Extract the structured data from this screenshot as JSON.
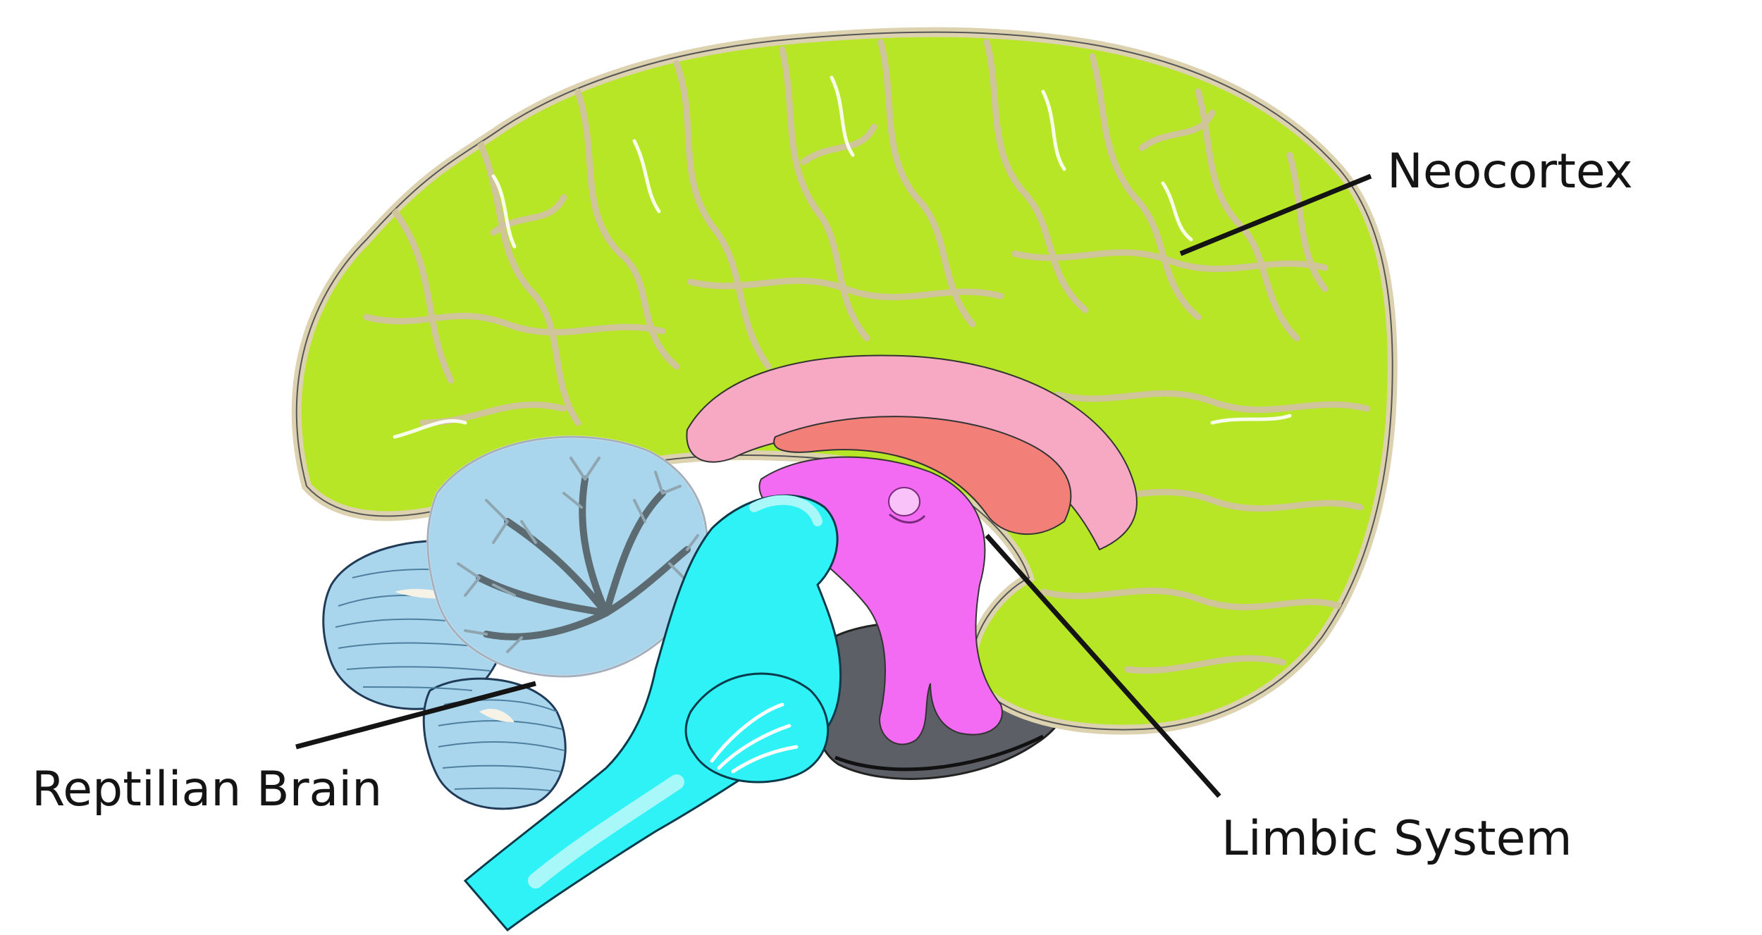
{
  "labels": {
    "neocortex": "Neocortex",
    "limbic_system": "Limbic System",
    "reptilian_brain": "Reptilian Brain"
  },
  "colors": {
    "neocortex": "#b6e626",
    "neocortex_rim": "#dcd2b0",
    "limbic_outer": "#f7a9c4",
    "limbic_inner": "#f28078",
    "thalamus": "#f26bf2",
    "brainstem": "#2ef2f5",
    "cerebellum": "#a9d6ec",
    "arbor": "#8fa6b1",
    "base_shadow": "#5d5f66",
    "pointer": "#141414"
  },
  "icons": {
    "brain": "brain-illustration"
  }
}
